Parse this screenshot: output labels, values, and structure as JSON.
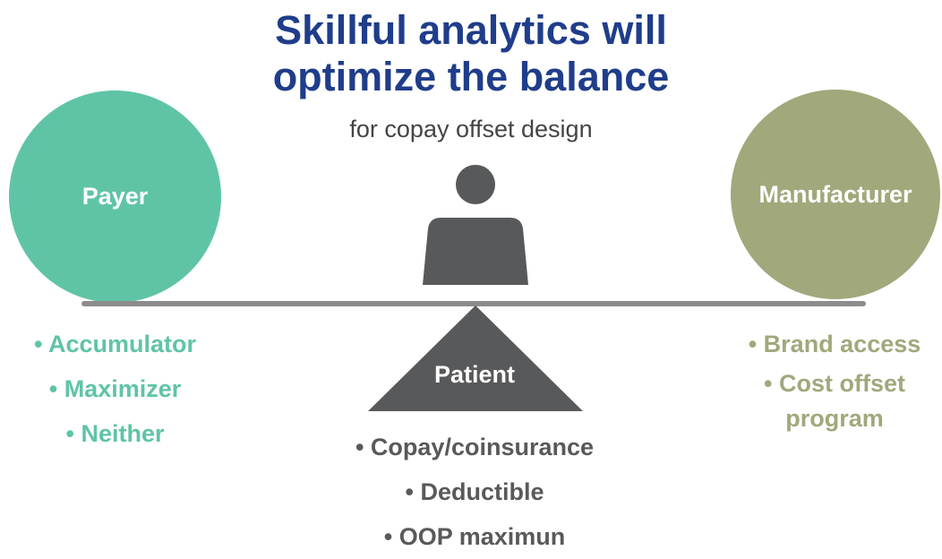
{
  "title": {
    "line1": "Skillful analytics will",
    "line2": "optimize the balance",
    "color": "#1f3d8a"
  },
  "subtitle": {
    "text": "for copay offset design",
    "color": "#444444"
  },
  "payer": {
    "label": "Payer",
    "color": "#5fc4a5",
    "bullets": [
      "• Accumulator",
      "• Maximizer",
      "• Neither"
    ]
  },
  "manufacturer": {
    "label": "Manufacturer",
    "color": "#a1a87b",
    "bullets": [
      "• Brand access",
      "• Cost offset",
      "program"
    ]
  },
  "patient": {
    "label": "Patient",
    "color": "#58595b",
    "bullets": [
      "• Copay/coinsurance",
      "• Deductible",
      "• OOP maximun"
    ]
  },
  "beam_color": "#8c8c8c",
  "icons": {
    "person": "person-icon"
  }
}
